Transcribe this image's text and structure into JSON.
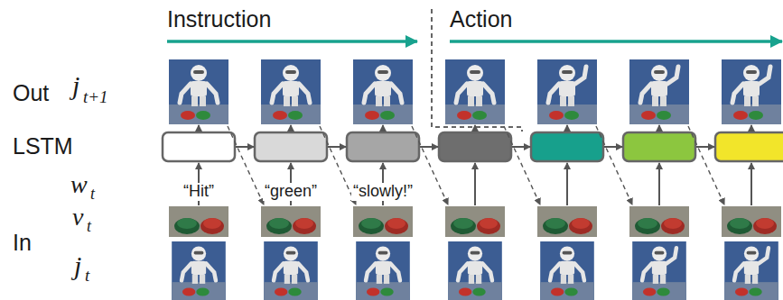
{
  "diagram": {
    "labels": [
      "Instruction",
      "Action",
      "Out",
      "j",
      "t+1",
      "LSTM",
      "w",
      "t",
      "“Hit”",
      "“green”",
      "“slowly!”",
      "In",
      "v",
      "t",
      "j",
      "t"
    ]
  }
}
